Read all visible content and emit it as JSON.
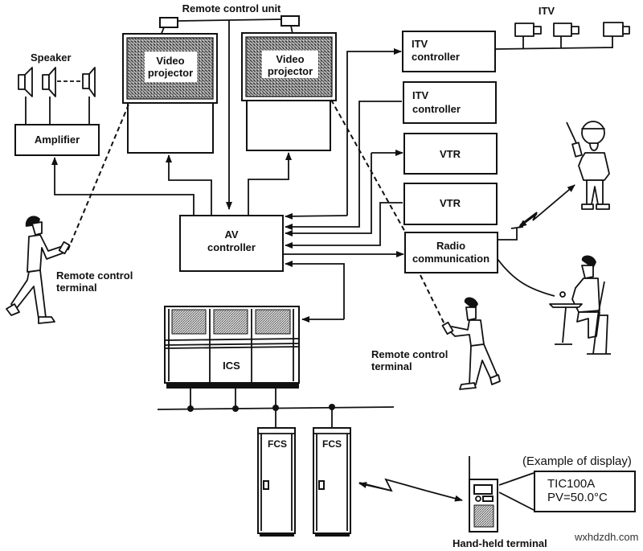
{
  "diagram": {
    "remote_control_unit": "Remote control unit",
    "speaker_label": "Speaker",
    "amplifier": "Amplifier",
    "video_projector_1": [
      "Video",
      "projector"
    ],
    "video_projector_2": [
      "Video",
      "projector"
    ],
    "itv_label": "ITV",
    "itv_controller_1": [
      "ITV",
      "controller"
    ],
    "itv_controller_2": [
      "ITV",
      "controller"
    ],
    "vtr_1": "VTR",
    "vtr_2": "VTR",
    "radio_communication": [
      "Radio",
      "communication"
    ],
    "av_controller": [
      "AV",
      "controller"
    ],
    "remote_control_terminal_left": [
      "Remote control",
      "terminal"
    ],
    "remote_control_terminal_right": [
      "Remote control",
      "terminal"
    ],
    "ics": "ICS",
    "fcs_1": "FCS",
    "fcs_2": "FCS",
    "hand_held_terminal": "Hand-held terminal",
    "display_example_caption": "(Example of display)",
    "display_line_1": "TIC100A",
    "display_line_2": "PV=50.0°C",
    "watermark": "wxhdzdh.com"
  },
  "colors": {
    "ink": "#111111",
    "background": "#ffffff",
    "screen_shade": "#8a8a8a"
  }
}
